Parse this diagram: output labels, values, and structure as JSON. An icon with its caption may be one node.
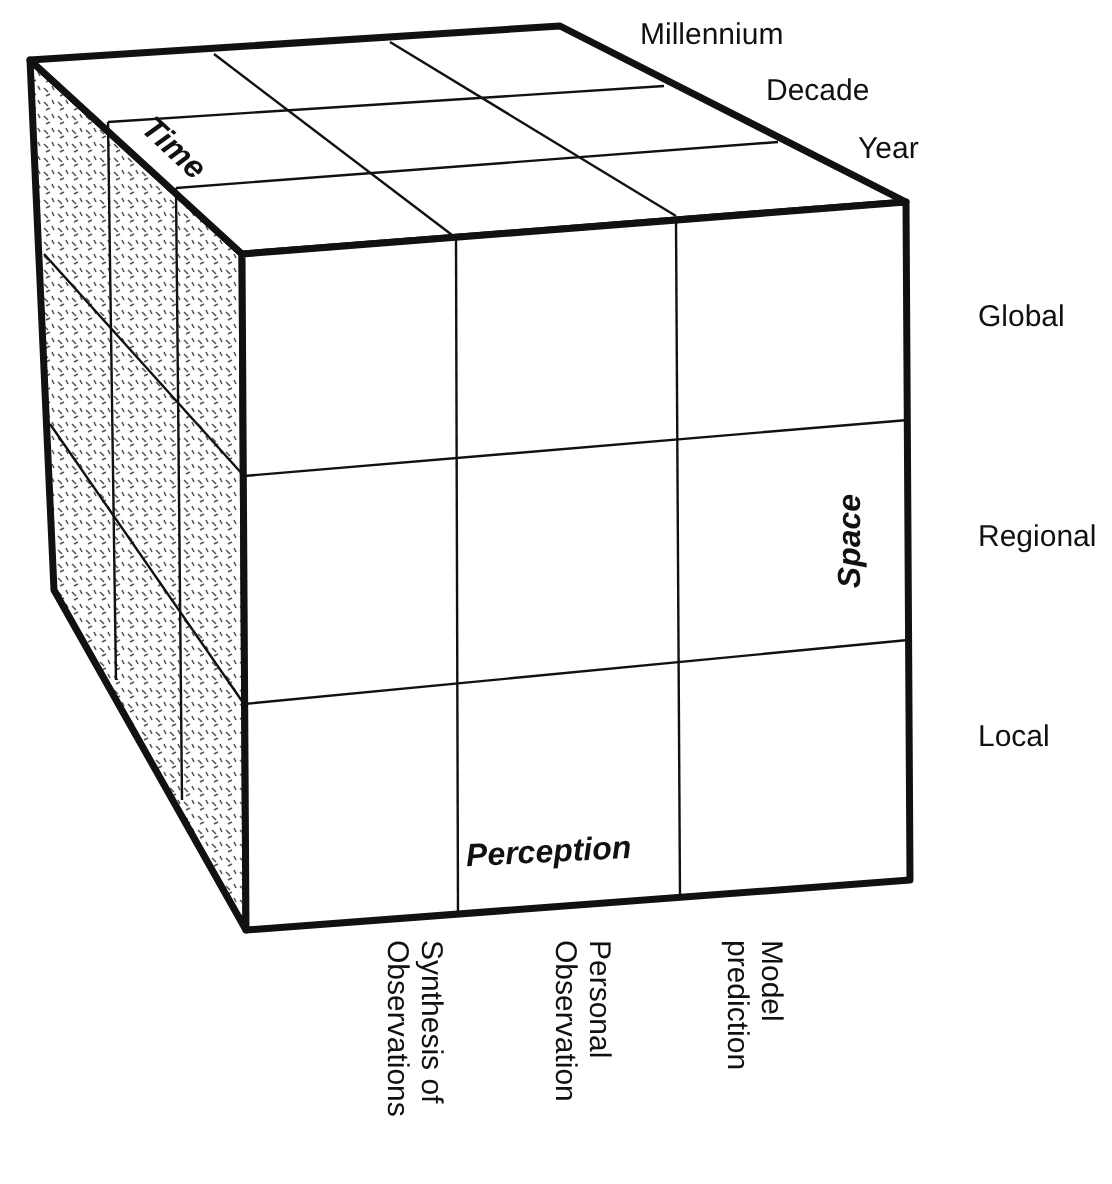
{
  "diagram": {
    "labels": [
      "Millennium",
      "Decade",
      "Year",
      "Time",
      "Global",
      "Regional",
      "Space",
      "Local",
      "Perception",
      "Synthesis of Observations",
      "Personal Observation",
      "Model prediction"
    ]
  }
}
